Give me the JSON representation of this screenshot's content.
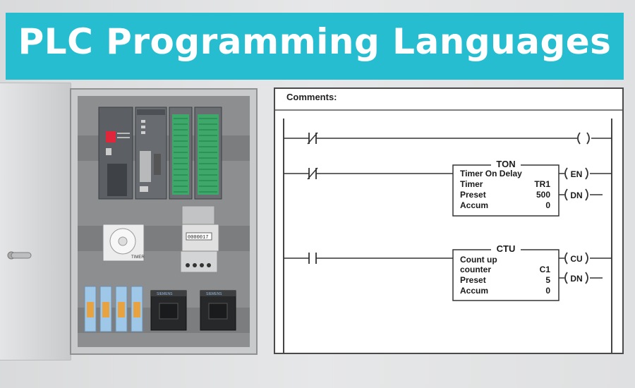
{
  "banner": {
    "title": "PLC Programming Languages"
  },
  "ladder": {
    "comments_label": "Comments:",
    "rung1": {
      "contact": "normally-closed",
      "coil": "output-coil"
    },
    "rung2": {
      "contact": "normally-closed",
      "block_title": "TON",
      "line1": "Timer On Delay",
      "timer_label": "Timer",
      "timer_value": "TR1",
      "preset_label": "Preset",
      "preset_value": "500",
      "accum_label": "Accum",
      "accum_value": "0",
      "coil1": "EN",
      "coil2": "DN"
    },
    "rung3": {
      "contact": "normally-open",
      "block_title": "CTU",
      "line1": "Count up",
      "counter_label": "counter",
      "counter_value": "C1",
      "preset_label": "Preset",
      "preset_value": "5",
      "accum_label": "Accum",
      "accum_value": "0",
      "coil1": "CU",
      "coil2": "DN"
    }
  },
  "cabinet": {
    "relay_brand": "SIEMENS",
    "timer_label": "TIMER",
    "counter_display": "0000017"
  },
  "colors": {
    "banner": "#27bdd1",
    "panel_bg": "#888a8c",
    "plc_module": "#606468",
    "module_green": "#3da86a"
  }
}
